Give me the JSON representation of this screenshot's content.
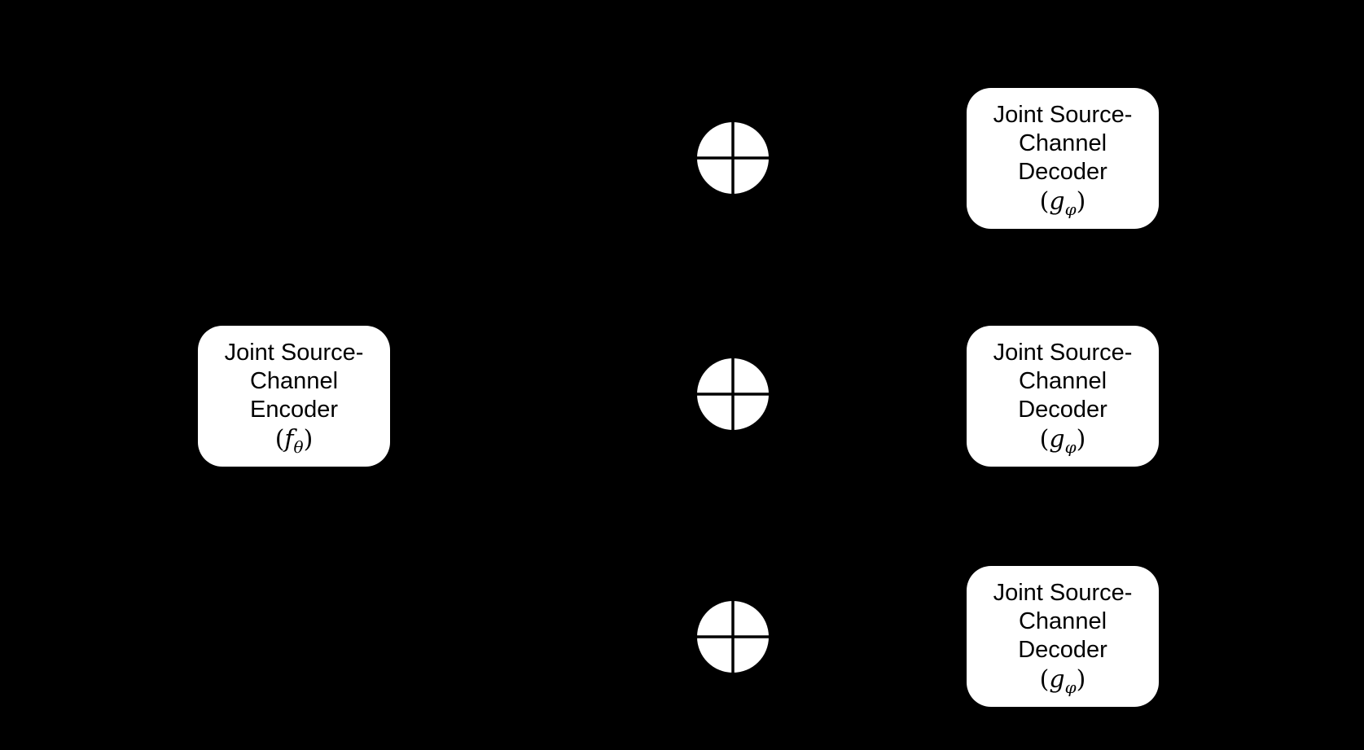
{
  "figure": {
    "background_color": "#000000",
    "box_fill_color": "#ffffff",
    "box_text_color": "#000000",
    "adder_icon": "circled-plus-icon",
    "adder_count": 3,
    "encoder": {
      "line1": "Joint Source-",
      "line2": "Channel",
      "line3": "Encoder",
      "sym_open": "(",
      "sym_letter": "f",
      "sym_sub": "θ",
      "sym_close": ")"
    },
    "decoders": [
      {
        "line1": "Joint Source-",
        "line2": "Channel",
        "line3": "Decoder",
        "sym_open": "(",
        "sym_letter": "g",
        "sym_sub": "φ",
        "sym_close": ")"
      },
      {
        "line1": "Joint Source-",
        "line2": "Channel",
        "line3": "Decoder",
        "sym_open": "(",
        "sym_letter": "g",
        "sym_sub": "φ",
        "sym_close": ")"
      },
      {
        "line1": "Joint Source-",
        "line2": "Channel",
        "line3": "Decoder",
        "sym_open": "(",
        "sym_letter": "g",
        "sym_sub": "φ",
        "sym_close": ")"
      }
    ]
  }
}
